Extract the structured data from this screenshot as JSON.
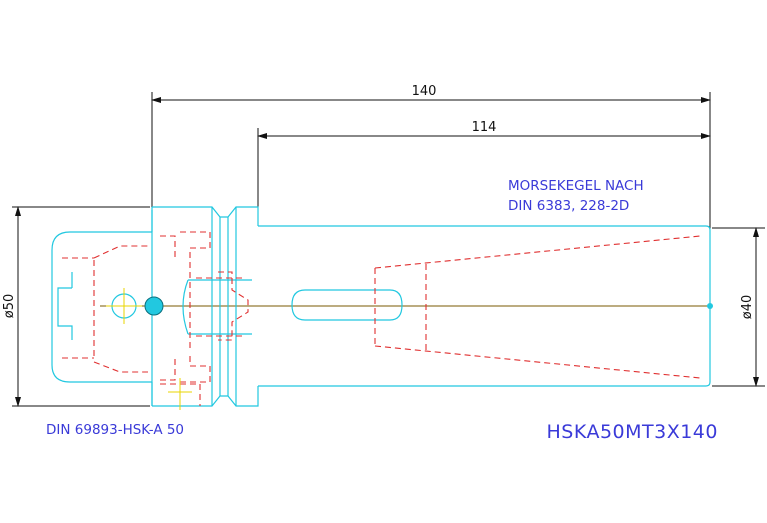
{
  "dimensions": {
    "overall_length": "140",
    "taper_length": "114",
    "diameter_flange": "ø50",
    "diameter_body": "ø40"
  },
  "notes": {
    "morse_line1": "MORSEKEGEL NACH",
    "morse_line2": "DIN 6383, 228-2D",
    "standard": "DIN 69893-HSK-A 50"
  },
  "title": "HSKA50MT3X140",
  "colors": {
    "outline": "#22c8e0",
    "hidden": "#e03030",
    "dimension": "#111111",
    "text": "#3a3ad8",
    "center": "#e8d400"
  }
}
